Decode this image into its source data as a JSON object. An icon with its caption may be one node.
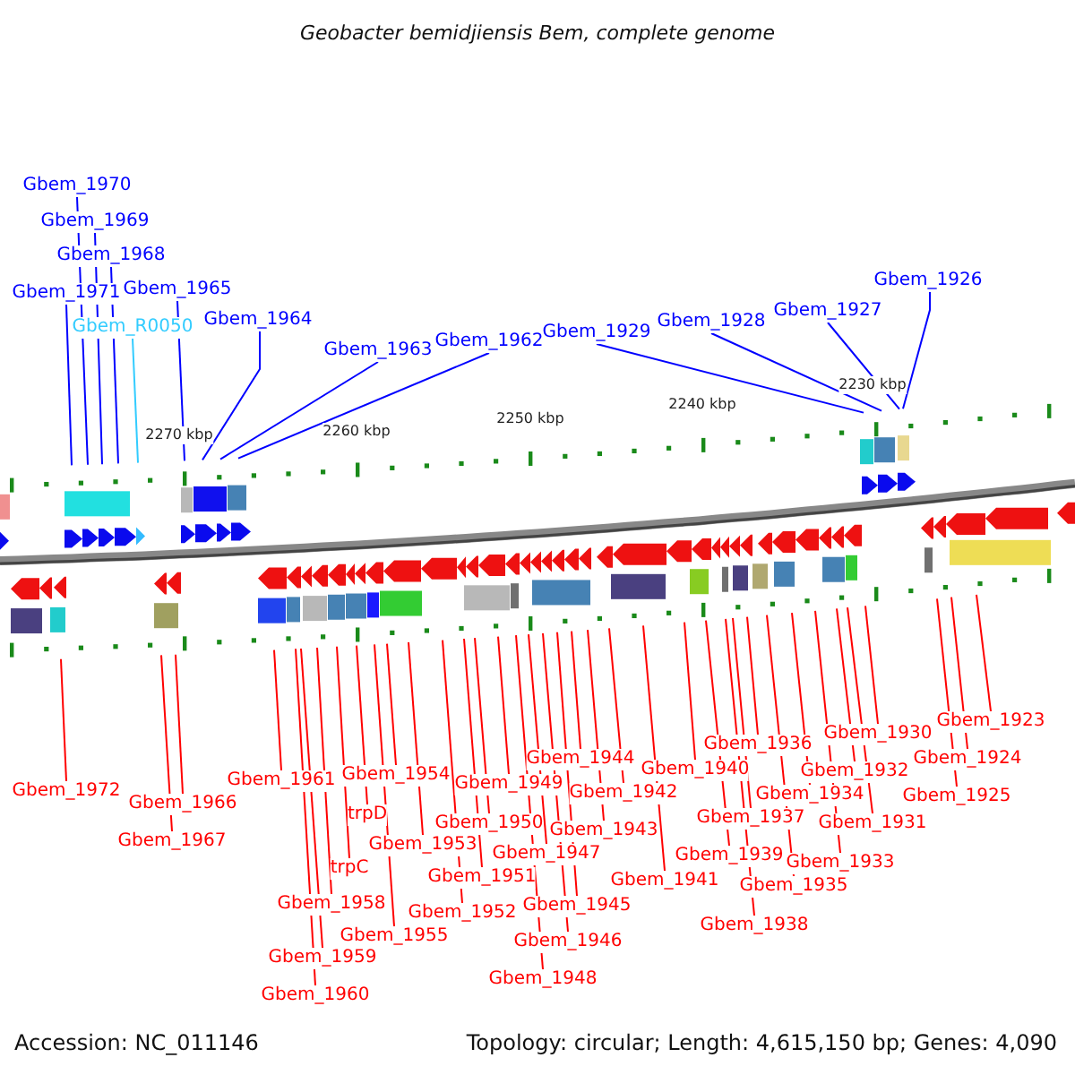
{
  "diagram": {
    "title": "Geobacter bemidjiensis Bem, complete genome",
    "nodes": [
      {
        "text": [
          "Gbem_1970"
        ]
      },
      {
        "text": [
          "Gbem_1969"
        ]
      },
      {
        "text": [
          "Gbem_1968"
        ]
      },
      {
        "text": [
          "Gbem_1971"
        ]
      },
      {
        "text": [
          "Gbem_1965"
        ]
      },
      {
        "text": [
          "Gbem_R0050"
        ]
      },
      {
        "text": [
          "Gbem_1964"
        ]
      },
      {
        "text": [
          "Gbem_1963"
        ]
      },
      {
        "text": [
          "Gbem_1962"
        ]
      },
      {
        "text": [
          "Gbem_1929"
        ]
      },
      {
        "text": [
          "Gbem_1928"
        ]
      },
      {
        "text": [
          "Gbem_1927"
        ]
      },
      {
        "text": [
          "Gbem_1926"
        ]
      },
      {
        "text": [
          "Gbem_1972"
        ]
      },
      {
        "text": [
          "Gbem_1967"
        ]
      },
      {
        "text": [
          "Gbem_1966"
        ]
      },
      {
        "text": [
          "Gbem_1961"
        ]
      },
      {
        "text": [
          "Gbem_1960"
        ]
      },
      {
        "text": [
          "Gbem_1959"
        ]
      },
      {
        "text": [
          "Gbem_1958"
        ]
      },
      {
        "text": [
          "trpC"
        ]
      },
      {
        "text": [
          "trpD"
        ]
      },
      {
        "text": [
          "Gbem_1955"
        ]
      },
      {
        "text": [
          "Gbem_1954"
        ]
      },
      {
        "text": [
          "Gbem_1953"
        ]
      },
      {
        "text": [
          "Gbem_1952"
        ]
      },
      {
        "text": [
          "Gbem_1951"
        ]
      },
      {
        "text": [
          "Gbem_1950"
        ]
      },
      {
        "text": [
          "Gbem_1949"
        ]
      },
      {
        "text": [
          "Gbem_1948"
        ]
      },
      {
        "text": [
          "Gbem_1947"
        ]
      },
      {
        "text": [
          "Gbem_1946"
        ]
      },
      {
        "text": [
          "Gbem_1945"
        ]
      },
      {
        "text": [
          "Gbem_1944"
        ]
      },
      {
        "text": [
          "Gbem_1943"
        ]
      },
      {
        "text": [
          "Gbem_1942"
        ]
      },
      {
        "text": [
          "Gbem_1941"
        ]
      },
      {
        "text": [
          "Gbem_1940"
        ]
      },
      {
        "text": [
          "Gbem_1939"
        ]
      },
      {
        "text": [
          "Gbem_1938"
        ]
      },
      {
        "text": [
          "Gbem_1937"
        ]
      },
      {
        "text": [
          "Gbem_1936"
        ]
      },
      {
        "text": [
          "Gbem_1935"
        ]
      },
      {
        "text": [
          "Gbem_1934"
        ]
      },
      {
        "text": [
          "Gbem_1933"
        ]
      },
      {
        "text": [
          "Gbem_1932"
        ]
      },
      {
        "text": [
          "Gbem_1931"
        ]
      },
      {
        "text": [
          "Gbem_1930"
        ]
      },
      {
        "text": [
          "Gbem_1925"
        ]
      },
      {
        "text": [
          "Gbem_1924"
        ]
      },
      {
        "text": [
          "Gbem_1923"
        ]
      }
    ],
    "edges": [
      {
        "from": 0,
        "to": null,
        "arrow": "none",
        "color": "#0000ff"
      },
      {
        "from": 1,
        "to": null,
        "arrow": "none",
        "color": "#0000ff"
      },
      {
        "from": 2,
        "to": null,
        "arrow": "none",
        "color": "#0000ff"
      },
      {
        "from": 3,
        "to": null,
        "arrow": "none",
        "color": "#0000ff"
      },
      {
        "from": 4,
        "to": null,
        "arrow": "none",
        "color": "#0000ff"
      },
      {
        "from": 5,
        "to": null,
        "arrow": "none",
        "color": "#33ccff"
      },
      {
        "from": 6,
        "to": null,
        "arrow": "none",
        "color": "#0000ff"
      },
      {
        "from": 7,
        "to": null,
        "arrow": "none",
        "color": "#0000ff"
      },
      {
        "from": 8,
        "to": null,
        "arrow": "none",
        "color": "#0000ff"
      },
      {
        "from": 9,
        "to": null,
        "arrow": "none",
        "color": "#0000ff"
      },
      {
        "from": 10,
        "to": null,
        "arrow": "none",
        "color": "#0000ff"
      },
      {
        "from": 11,
        "to": null,
        "arrow": "none",
        "color": "#0000ff"
      },
      {
        "from": 12,
        "to": null,
        "arrow": "none",
        "color": "#0000ff"
      },
      {
        "from": 13,
        "to": null,
        "arrow": "none"
      },
      {
        "from": 14,
        "to": null,
        "arrow": "none"
      },
      {
        "from": 15,
        "to": null,
        "arrow": "none"
      },
      {
        "from": 16,
        "to": null,
        "arrow": "none"
      },
      {
        "from": 17,
        "to": null,
        "arrow": "none"
      },
      {
        "from": 18,
        "to": null,
        "arrow": "none"
      },
      {
        "from": 19,
        "to": null,
        "arrow": "none"
      },
      {
        "from": 20,
        "to": null,
        "arrow": "none"
      },
      {
        "from": 21,
        "to": null,
        "arrow": "none"
      },
      {
        "from": 22,
        "to": null,
        "arrow": "none"
      },
      {
        "from": 23,
        "to": null,
        "arrow": "none"
      },
      {
        "from": 24,
        "to": null,
        "arrow": "none"
      },
      {
        "from": 25,
        "to": null,
        "arrow": "none"
      },
      {
        "from": 26,
        "to": null,
        "arrow": "none"
      },
      {
        "from": 27,
        "to": null,
        "arrow": "none"
      },
      {
        "from": 28,
        "to": null,
        "arrow": "none"
      },
      {
        "from": 29,
        "to": null,
        "arrow": "none"
      },
      {
        "from": 30,
        "to": null,
        "arrow": "none"
      },
      {
        "from": 31,
        "to": null,
        "arrow": "none"
      },
      {
        "from": 32,
        "to": null,
        "arrow": "none"
      },
      {
        "from": 33,
        "to": null,
        "arrow": "none"
      },
      {
        "from": 34,
        "to": null,
        "arrow": "none"
      },
      {
        "from": 35,
        "to": null,
        "arrow": "none"
      },
      {
        "from": 36,
        "to": null,
        "arrow": "none"
      },
      {
        "from": 37,
        "to": null,
        "arrow": "none"
      },
      {
        "from": 38,
        "to": null,
        "arrow": "none"
      },
      {
        "from": 39,
        "to": null,
        "arrow": "none"
      },
      {
        "from": 40,
        "to": null,
        "arrow": "none"
      },
      {
        "from": 41,
        "to": null,
        "arrow": "none"
      },
      {
        "from": 42,
        "to": null,
        "arrow": "none"
      },
      {
        "from": 43,
        "to": null,
        "arrow": "none"
      },
      {
        "from": 44,
        "to": null,
        "arrow": "none"
      },
      {
        "from": 45,
        "to": null,
        "arrow": "none"
      },
      {
        "from": 46,
        "to": null,
        "arrow": "none"
      },
      {
        "from": 47,
        "to": null,
        "arrow": "none"
      },
      {
        "from": 48,
        "to": null,
        "arrow": "none"
      },
      {
        "from": 49,
        "to": null,
        "arrow": "none"
      },
      {
        "from": 50,
        "to": null,
        "arrow": "none"
      }
    ],
    "labels": [
      "2270 kbp",
      "2260 kbp",
      "2250 kbp",
      "2240 kbp",
      "2230 kbp",
      "Accession: NC_011146",
      "Topology: circular; Length: 4,615,150 bp; Genes: 4,090"
    ]
  }
}
